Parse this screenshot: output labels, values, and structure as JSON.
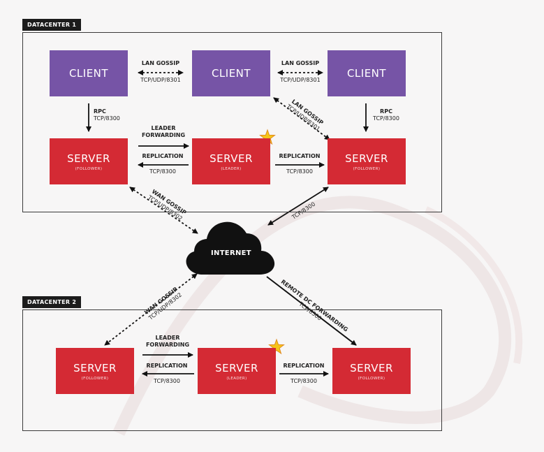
{
  "datacenters": [
    {
      "label": "DATACENTER 1"
    },
    {
      "label": "DATACENTER 2"
    }
  ],
  "nodes": {
    "client_left": {
      "title": "CLIENT"
    },
    "client_mid": {
      "title": "CLIENT"
    },
    "client_right": {
      "title": "CLIENT"
    },
    "dc1_server_follower_left": {
      "title": "SERVER",
      "role": "(FOLLOWER)"
    },
    "dc1_server_leader": {
      "title": "SERVER",
      "role": "(LEADER)"
    },
    "dc1_server_follower_right": {
      "title": "SERVER",
      "role": "(FOLLOWER)"
    },
    "dc2_server_follower_left": {
      "title": "SERVER",
      "role": "(FOLLOWER)"
    },
    "dc2_server_leader": {
      "title": "SERVER",
      "role": "(LEADER)"
    },
    "dc2_server_follower_right": {
      "title": "SERVER",
      "role": "(FOLLOWER)"
    },
    "internet": {
      "title": "INTERNET"
    }
  },
  "links": {
    "lan_gossip_1": {
      "name": "LAN GOSSIP",
      "proto": "TCP/UDP/8301"
    },
    "lan_gossip_2": {
      "name": "LAN GOSSIP",
      "proto": "TCP/UDP/8301"
    },
    "lan_gossip_diag": {
      "name": "LAN GOSSIP",
      "proto": "TCP/UDP/8301"
    },
    "rpc_left": {
      "name": "RPC",
      "proto": "TCP/8300"
    },
    "rpc_right": {
      "name": "RPC",
      "proto": "TCP/8300"
    },
    "dc1_leader_forwarding": {
      "line1": "LEADER",
      "line2": "FORWARDING"
    },
    "dc1_replication_left": {
      "name": "REPLICATION",
      "proto": "TCP/8300"
    },
    "dc1_replication_right": {
      "name": "REPLICATION",
      "proto": "TCP/8300"
    },
    "wan_gossip_dc1": {
      "name": "WAN GOSSIP",
      "proto": "TCP/UDP/8302"
    },
    "inet_dc1_tcp": {
      "proto": "TCP/8300"
    },
    "wan_gossip_dc2": {
      "name": "WAN GOSSIP",
      "proto": "TCP/UDP/8302"
    },
    "remote_dc_forwarding": {
      "name": "REMOTE DC FORWARDING",
      "proto": "TCP/8300"
    },
    "dc2_leader_forwarding": {
      "line1": "LEADER",
      "line2": "FORWARDING"
    },
    "dc2_replication_left": {
      "name": "REPLICATION",
      "proto": "TCP/8300"
    },
    "dc2_replication_right": {
      "name": "REPLICATION",
      "proto": "TCP/8300"
    }
  },
  "colors": {
    "client": "#7654a6",
    "server": "#d42a34",
    "leader_star": "#f5c518",
    "cloud": "#111111"
  },
  "icons": {
    "leader_marker": "star-icon",
    "internet": "cloud-icon"
  }
}
